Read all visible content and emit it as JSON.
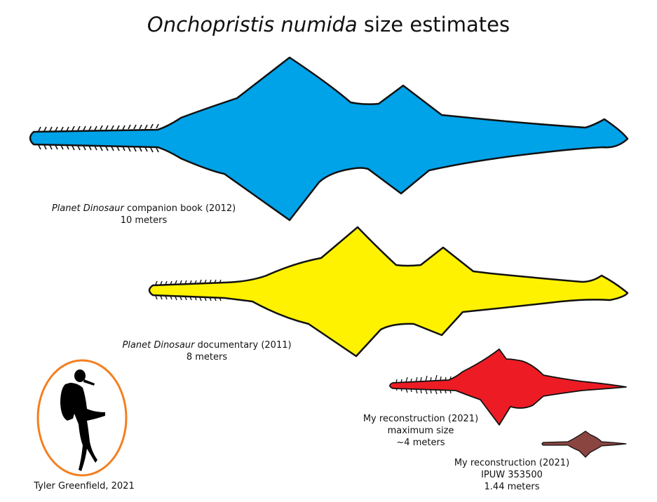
{
  "title": {
    "italic": "Onchopristis numida",
    "rest": " size estimates"
  },
  "figures": [
    {
      "id": "companion-book",
      "color": "#00A2E8",
      "label_italic": "Planet Dinosaur",
      "label_rest": " companion book (2012)",
      "size": "10 meters"
    },
    {
      "id": "documentary",
      "color": "#FFF200",
      "label_italic": "Planet Dinosaur",
      "label_rest": " documentary (2011)",
      "size": "8 meters"
    },
    {
      "id": "reconstruction-max",
      "color": "#ED1C24",
      "label_line1": "My reconstruction (2021)",
      "label_line2": "maximum size",
      "size": "~4 meters"
    },
    {
      "id": "reconstruction-ipuw",
      "color": "#8B4540",
      "label_line1": "My reconstruction (2021)",
      "label_line2": "IPUW 353500",
      "size": "1.44 meters"
    }
  ],
  "scale_reference": {
    "icon": "scuba-diver-silhouette",
    "ring_color": "#F47F20"
  },
  "credit": "Tyler Greenfield, 2021"
}
